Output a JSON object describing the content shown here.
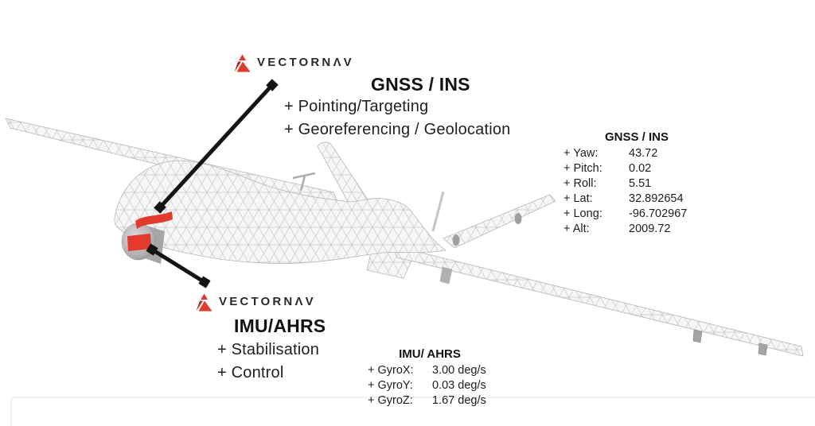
{
  "accent_red": "#e23a2e",
  "logo": {
    "text": "VECTORNΛV"
  },
  "gnss_callout": {
    "title": "GNSS / INS",
    "items": [
      "+ Pointing/Targeting",
      "+ Georeferencing / Geolocation"
    ]
  },
  "imu_callout": {
    "title": "IMU/AHRS",
    "items": [
      "+ Stabilisation",
      "+ Control"
    ]
  },
  "gnss_panel": {
    "title": "GNSS / INS",
    "rows": [
      {
        "label": "+ Yaw:",
        "value": "43.72"
      },
      {
        "label": "+ Pitch:",
        "value": "0.02"
      },
      {
        "label": "+ Roll:",
        "value": "5.51"
      },
      {
        "label": "+ Lat:",
        "value": "32.892654"
      },
      {
        "label": "+ Long:",
        "value": "-96.702967"
      },
      {
        "label": "+ Alt:",
        "value": "2009.72"
      }
    ]
  },
  "imu_panel": {
    "title": "IMU/ AHRS",
    "rows": [
      {
        "label": "+ GyroX:",
        "value": "3.00 deg/s"
      },
      {
        "label": "+ GyroY:",
        "value": "0.03 deg/s"
      },
      {
        "label": "+ GyroZ:",
        "value": "1.67 deg/s"
      }
    ]
  }
}
